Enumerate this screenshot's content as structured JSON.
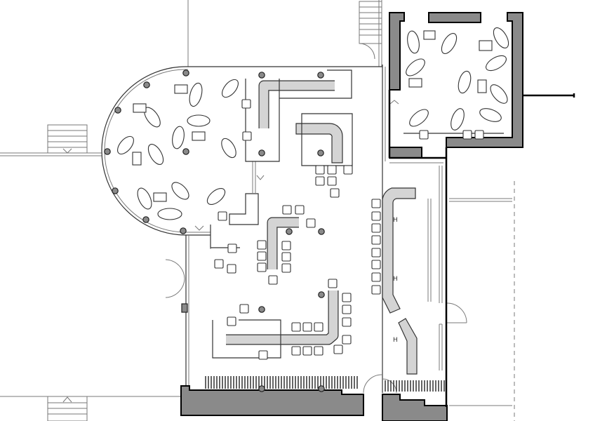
{
  "diagram": {
    "kind": "architectural-floor-plan",
    "colors": {
      "wall_fill": "#8a8a8a",
      "counter_fill": "#d4d4d4",
      "line": "#7a7a7a",
      "background": "#ffffff"
    },
    "labels": {
      "service_mark_1": "H",
      "service_mark_2": "H",
      "service_mark_3": "H"
    }
  }
}
